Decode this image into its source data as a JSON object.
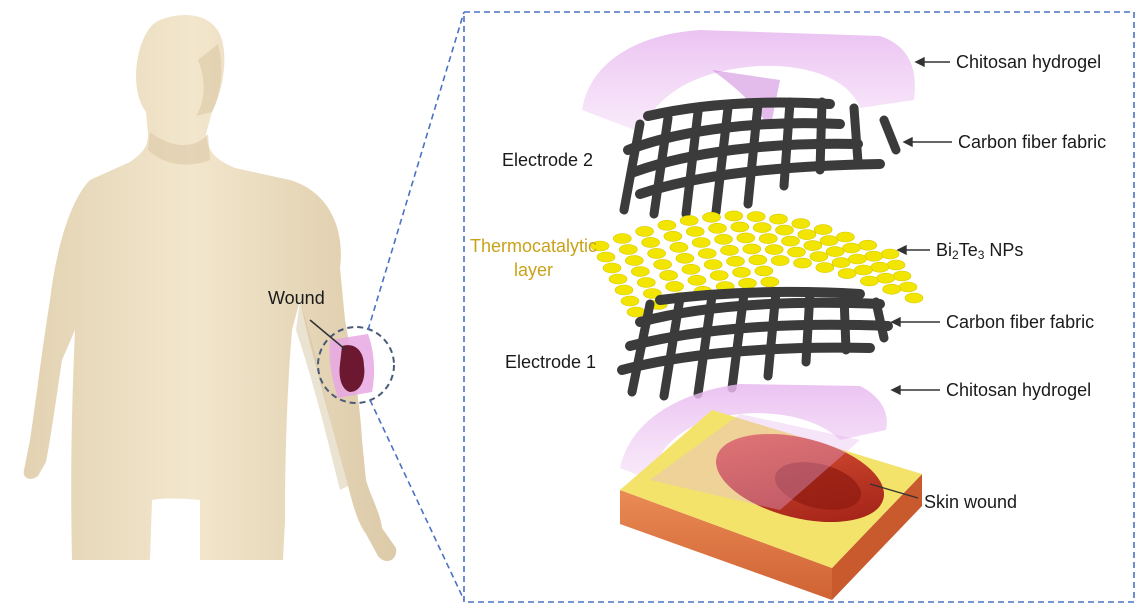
{
  "labels": {
    "wound": "Wound",
    "electrode_2": "Electrode 2",
    "electrode_1": "Electrode 1",
    "thermocatalytic_line1": "Thermocatalytic",
    "thermocatalytic_line2": "layer",
    "chitosan_top": "Chitosan hydrogel",
    "carbon_top": "Carbon fiber fabric",
    "bi": "Bi",
    "bi_sub": "2",
    "te": "Te",
    "te_sub": "3",
    "nps": " NPs",
    "carbon_bottom": "Carbon fiber fabric",
    "chitosan_bottom": "Chitosan hydrogel",
    "skin_wound": "Skin wound"
  },
  "colors": {
    "body": "#ede0c4",
    "hydrogel": "#e6b3ee",
    "fabric": "#3a3a3a",
    "nanoparticles": "#f2e600",
    "skin_top": "#f3e36a",
    "skin_side": "#e27a45",
    "wound": "#c4321e",
    "dashed_border": "#4a72c4",
    "label_gold": "#c9a21a"
  }
}
